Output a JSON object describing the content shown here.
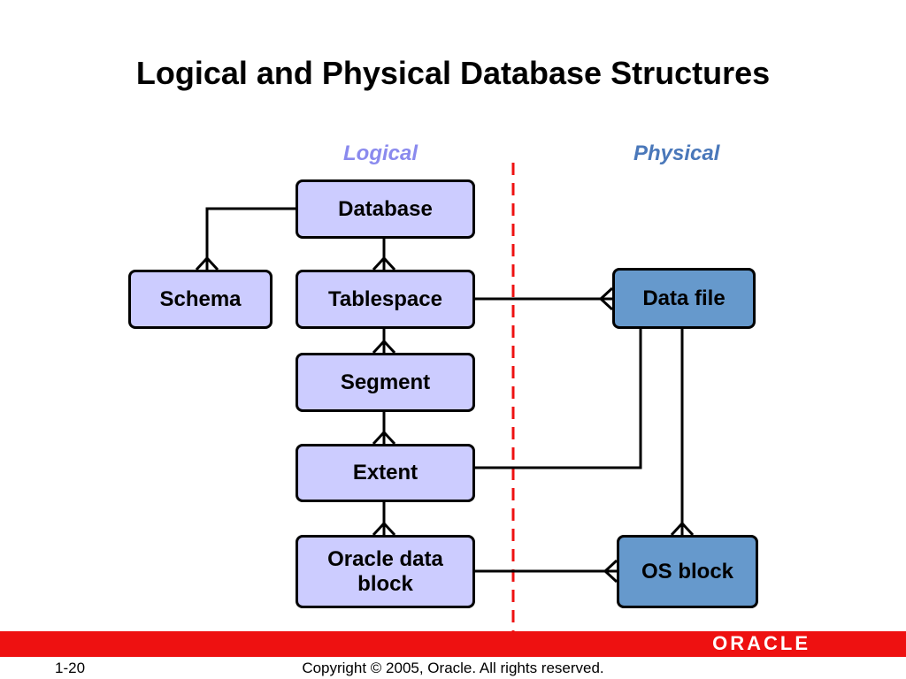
{
  "title": "Logical and Physical Database Structures",
  "headers": {
    "logical": "Logical",
    "physical": "Physical"
  },
  "colors": {
    "logical_header": "#8a8aee",
    "physical_header": "#4a78ba",
    "logical_box": "#ccccff",
    "physical_box": "#6699cc",
    "divider": "#ee1111",
    "footer_bar": "#ee1111"
  },
  "logical": {
    "database": "Database",
    "schema": "Schema",
    "tablespace": "Tablespace",
    "segment": "Segment",
    "extent": "Extent",
    "oracle_block_line1": "Oracle data",
    "oracle_block_line2": "block"
  },
  "physical": {
    "data_file": "Data file",
    "os_block": "OS block"
  },
  "footer": {
    "logo": "ORACLE",
    "page": "1-20",
    "copyright": "Copyright © 2005, Oracle.  All rights reserved."
  }
}
